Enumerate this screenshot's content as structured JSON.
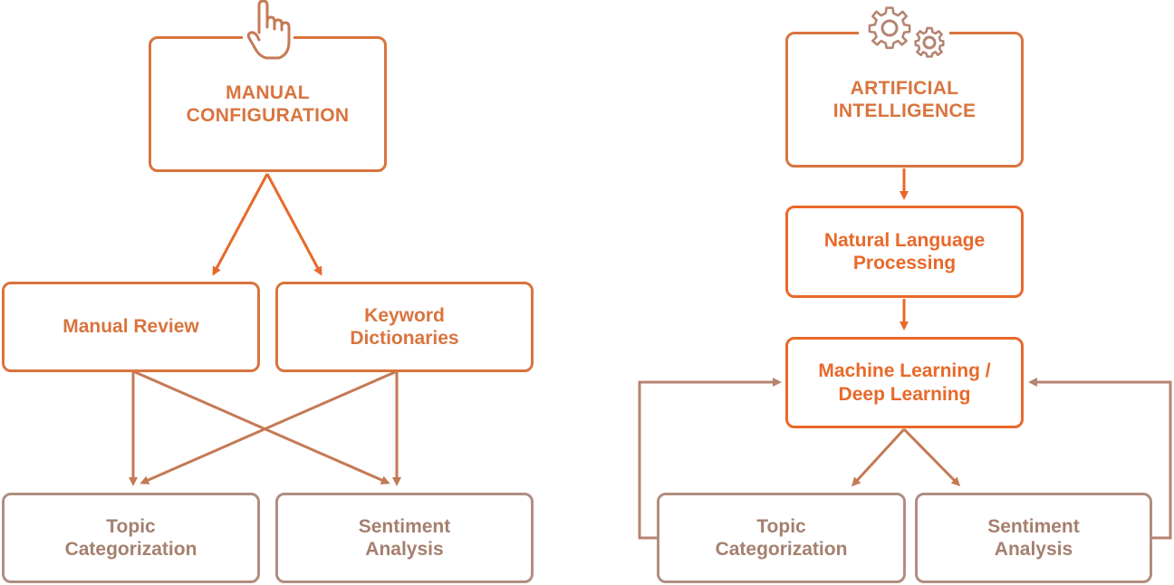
{
  "colors": {
    "orange": "#e8692a",
    "rust": "#d9743e",
    "tan": "#c98a6a",
    "grey_brown": "#a5806f"
  },
  "left": {
    "icon": "pointing-hand-icon",
    "top": "MANUAL\nCONFIGURATION",
    "mid_a": "Manual Review",
    "mid_b": "Keyword\nDictionaries",
    "bottom_a": "Topic\nCategorization",
    "bottom_b": "Sentiment\nAnalysis"
  },
  "right": {
    "icon": "gears-icon",
    "top": "ARTIFICIAL\nINTELLIGENCE",
    "nlp": "Natural Language\nProcessing",
    "ml": "Machine Learning /\nDeep Learning",
    "bottom_a": "Topic\nCategorization",
    "bottom_b": "Sentiment\nAnalysis"
  }
}
